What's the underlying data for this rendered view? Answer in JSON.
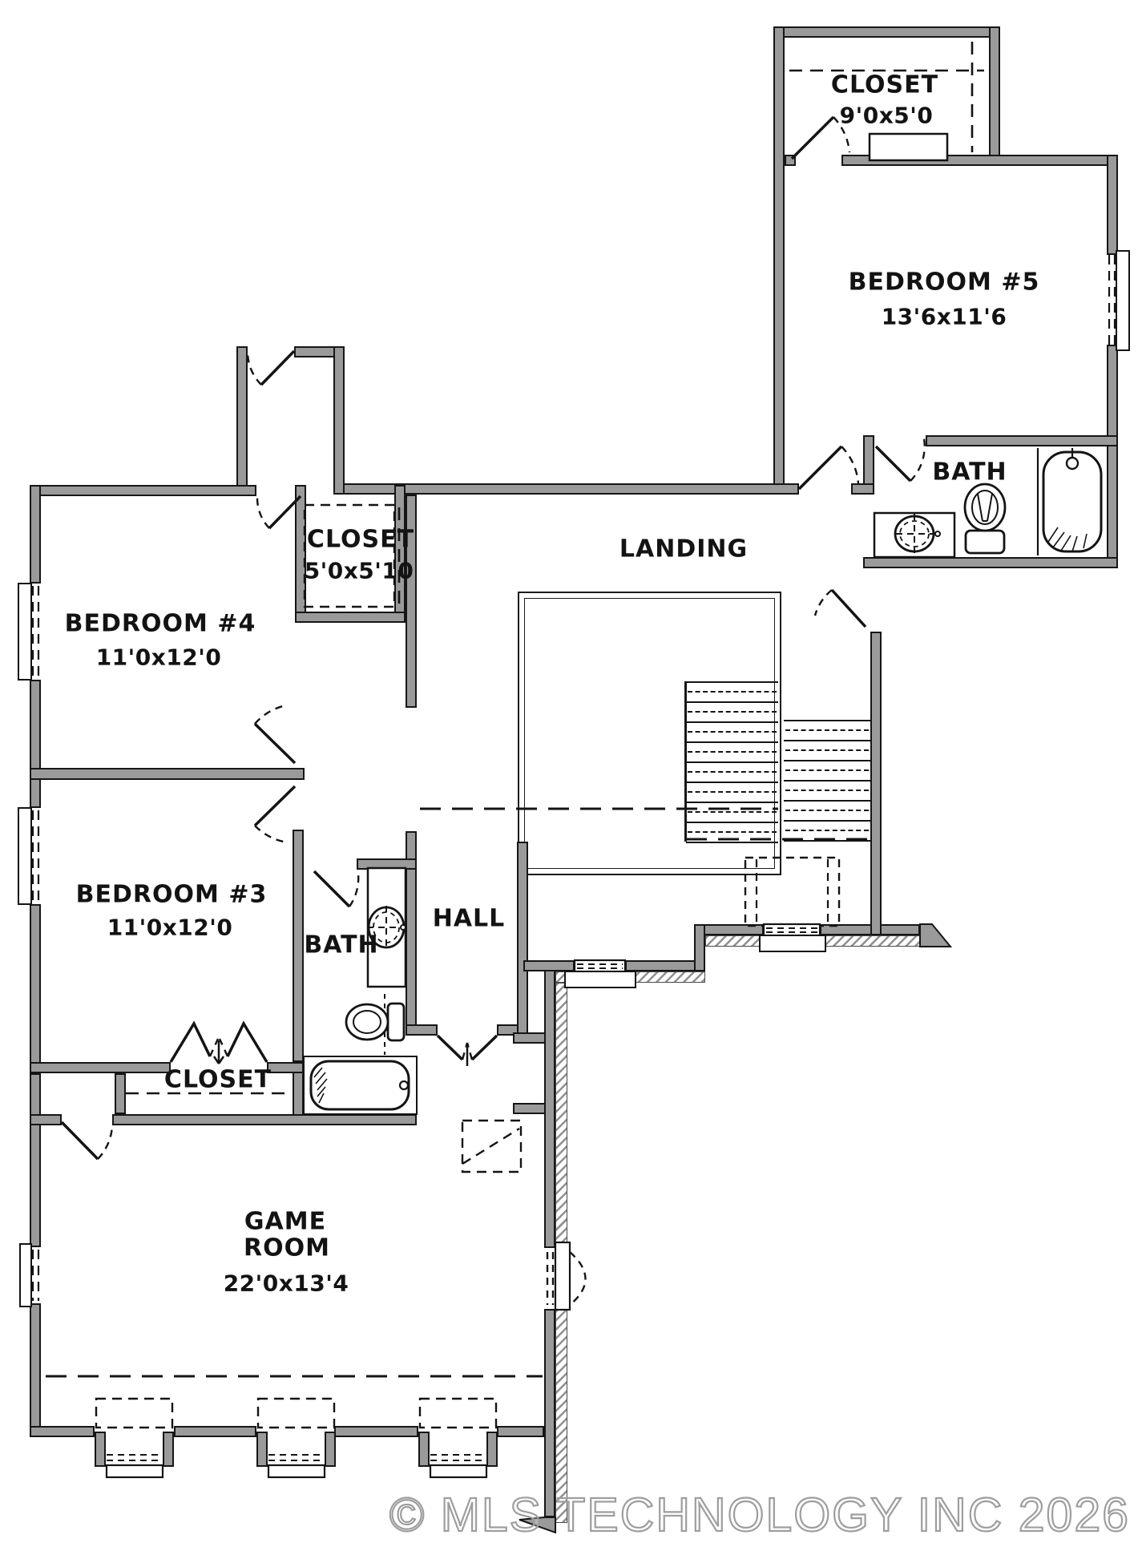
{
  "rooms": {
    "closet_top": {
      "name": "CLOSET",
      "dims": "9'0x5'0"
    },
    "bedroom5": {
      "name": "BEDROOM #5",
      "dims": "13'6x11'6"
    },
    "bath_upper": {
      "name": "BATH"
    },
    "landing": {
      "name": "LANDING"
    },
    "closet_br4": {
      "name": "CLOSET",
      "dims": "5'0x5'10"
    },
    "bedroom4": {
      "name": "BEDROOM #4",
      "dims": "11'0x12'0"
    },
    "bedroom3": {
      "name": "BEDROOM #3",
      "dims": "11'0x12'0"
    },
    "bath_hall": {
      "name": "BATH"
    },
    "hall": {
      "name": "HALL"
    },
    "closet_br3": {
      "name": "CLOSET"
    },
    "game_room": {
      "line1": "GAME",
      "line2": "ROOM",
      "dims": "22'0x13'4"
    }
  },
  "watermark": "© MLS TECHNOLOGY INC 2026",
  "colors": {
    "wall": "#9a9a9a",
    "line": "#141414",
    "watermark": "#9e9e9e",
    "background": "#ffffff"
  }
}
